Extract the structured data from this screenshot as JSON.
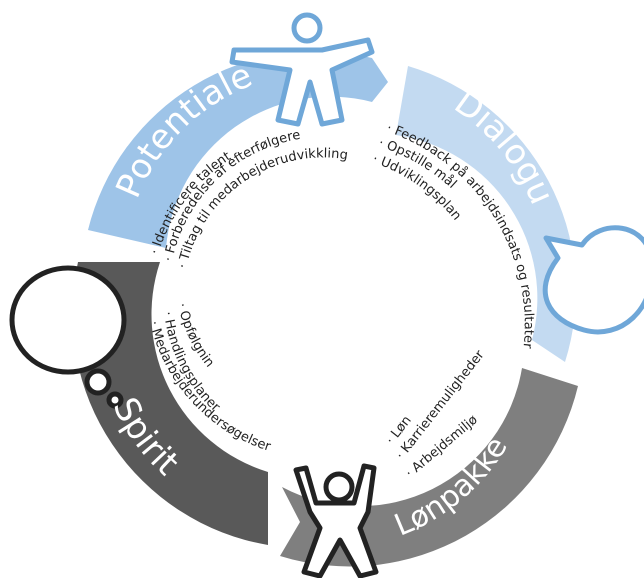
{
  "colors": {
    "potentiale": "#9ec4e8",
    "dialogue": "#c3daf1",
    "loenpakke": "#7f7f7f",
    "spirit": "#595959",
    "icon_blue": "#6fa7d8",
    "icon_dark": "#222222"
  },
  "icons": [
    "person-arms-spread-icon",
    "speech-bubble-icon",
    "person-arms-raised-icon",
    "thought-bubble-icon"
  ],
  "segments": {
    "potentiale": {
      "title": "Potentiale",
      "items": [
        "· Identificere talent",
        "· Forberedelse af efterfølgere",
        "· Tiltag til medarbejderudvikkling"
      ]
    },
    "dialogue": {
      "title": "Dialogue",
      "items": [
        "· Feedback på arbejdsindsats og resultater",
        "· Opstille mål",
        "· Udviklingsplan"
      ]
    },
    "loenpakke": {
      "title": "Lønpakke",
      "items": [
        "· Løn",
        "· Karrieremuligheder",
        "· Arbejdsmiljø"
      ]
    },
    "spirit": {
      "title": "Spirit",
      "items": [
        "· Medarbejderundersøgelser",
        "· Handlingsplaner",
        "· Opfølgning"
      ]
    }
  }
}
